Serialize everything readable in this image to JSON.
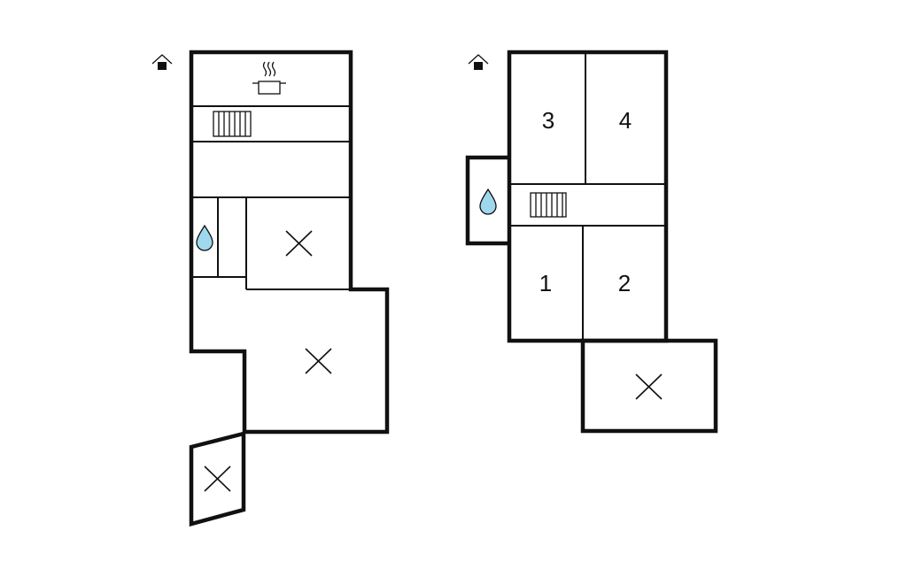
{
  "plans": [
    {
      "floor_icon": "house-floor-icon",
      "rooms": [
        {
          "id": "kitchen",
          "icon": "cooking-pot-icon"
        },
        {
          "id": "stair-hall",
          "icon": "stairs-icon"
        },
        {
          "id": "hall"
        },
        {
          "id": "bathroom",
          "icon": "water-drop-icon"
        },
        {
          "id": "living-room",
          "mark": "cross"
        },
        {
          "id": "terrace",
          "mark": "cross"
        },
        {
          "id": "outside-area",
          "mark": "cross"
        }
      ]
    },
    {
      "floor_icon": "house-floor-icon",
      "rooms": [
        {
          "id": "bedroom-3",
          "label": "3"
        },
        {
          "id": "bedroom-4",
          "label": "4"
        },
        {
          "id": "corridor",
          "icon": "stairs-icon"
        },
        {
          "id": "bathroom",
          "icon": "water-drop-icon"
        },
        {
          "id": "bedroom-1",
          "label": "1"
        },
        {
          "id": "bedroom-2",
          "label": "2"
        },
        {
          "id": "balcony",
          "mark": "cross"
        }
      ]
    }
  ],
  "colors": {
    "wall": "#111111",
    "water": "#9fd8ec",
    "background": "#ffffff"
  }
}
